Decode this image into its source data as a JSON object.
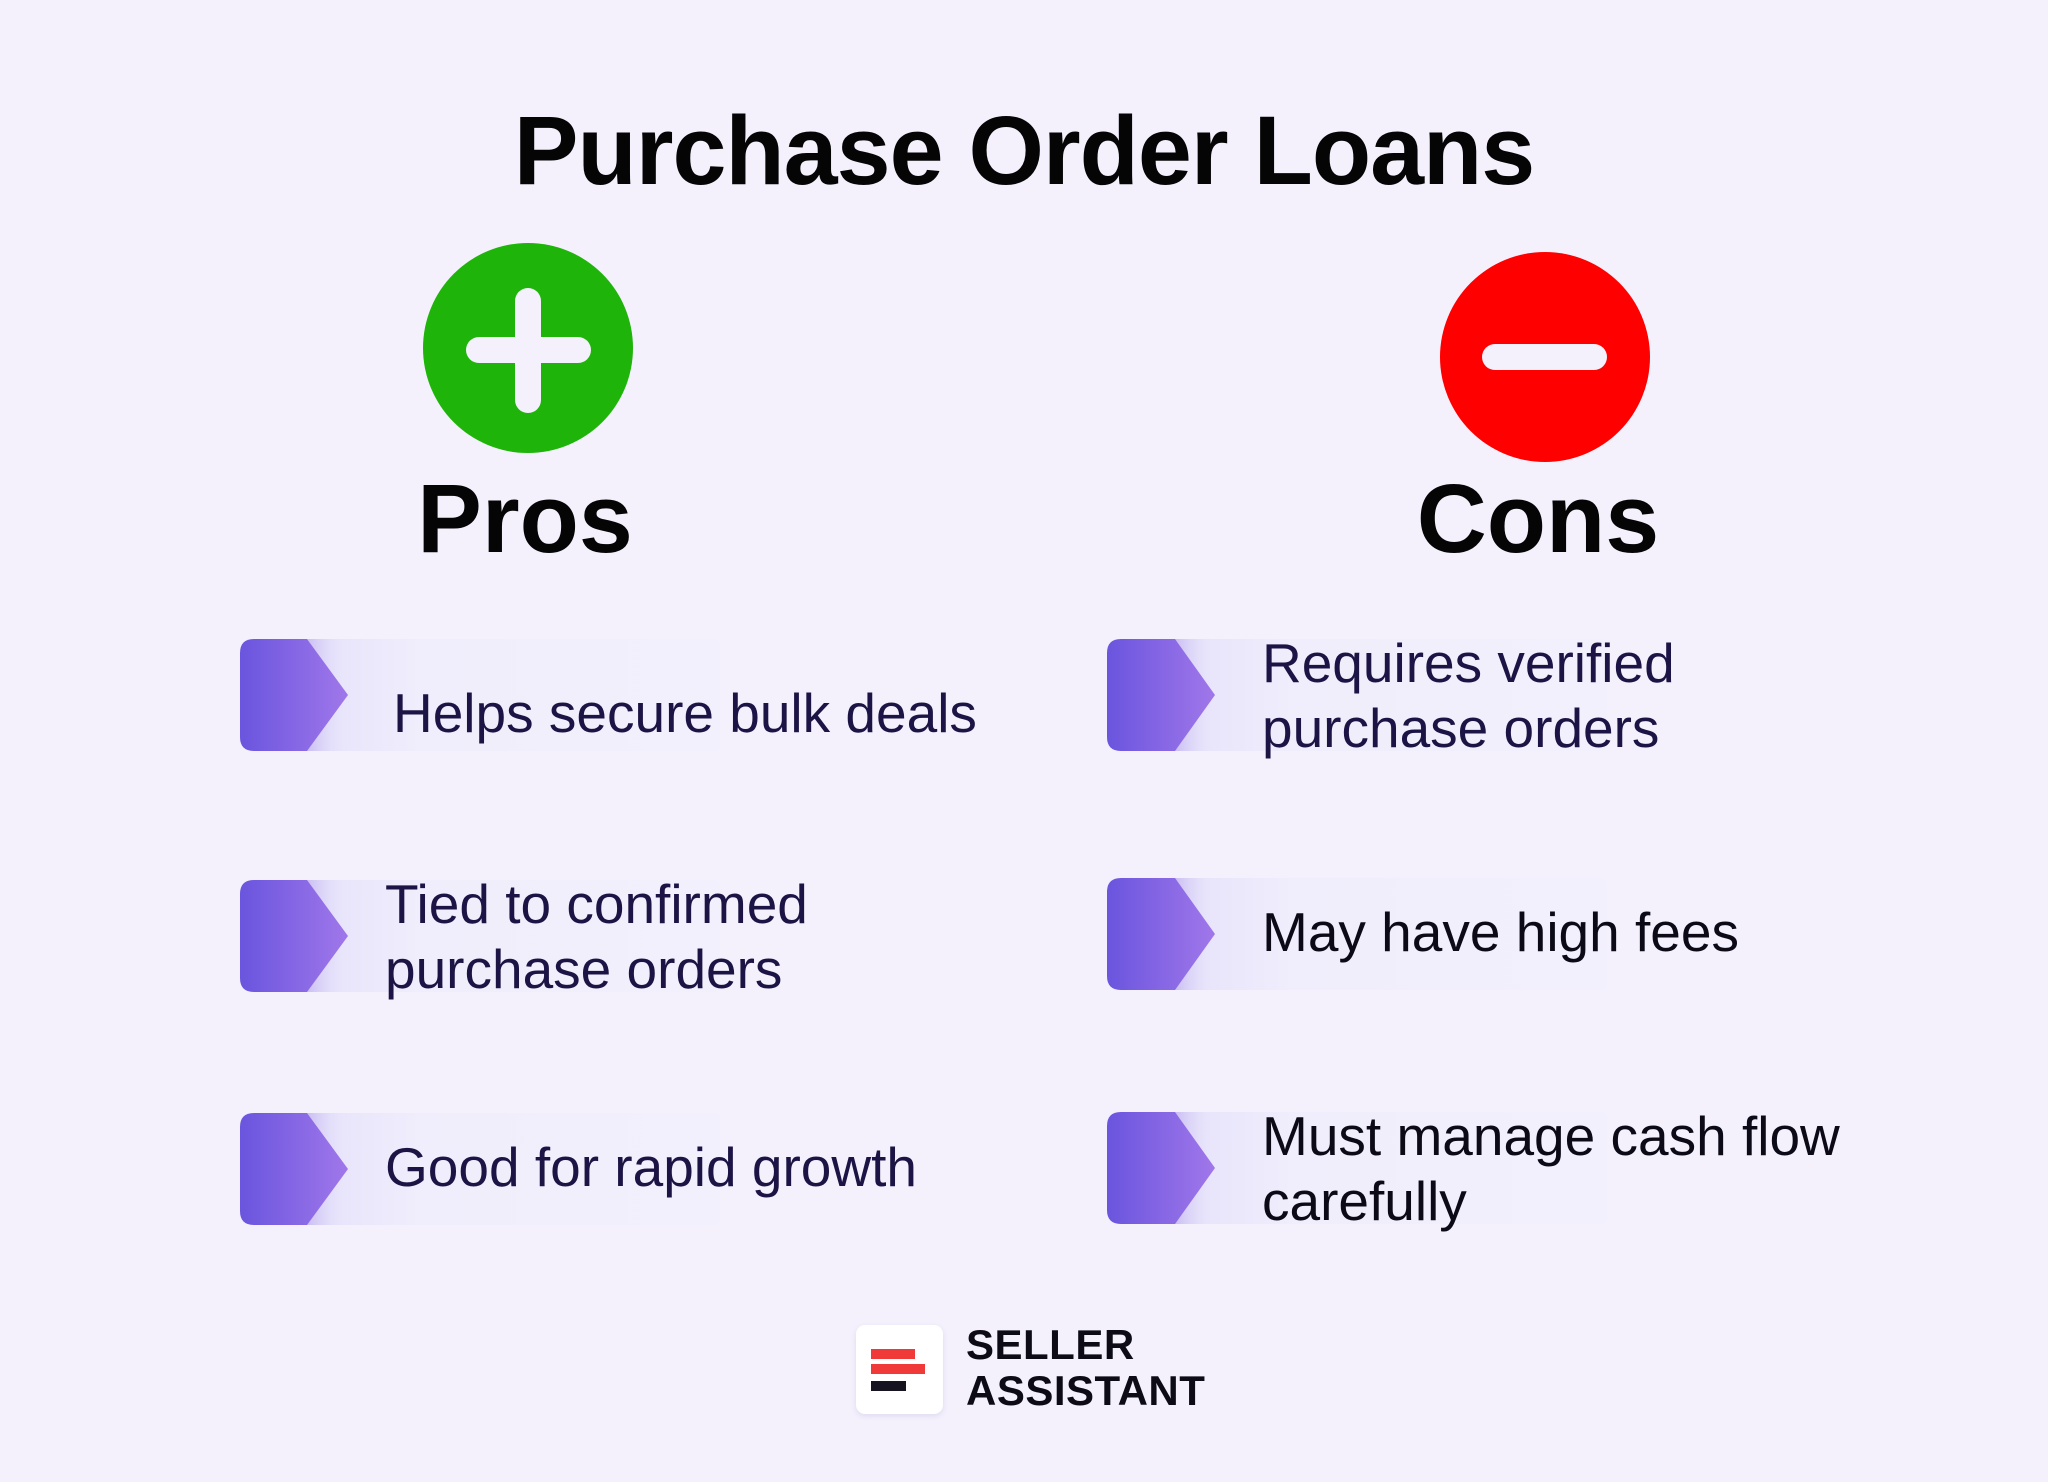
{
  "title": "Purchase Order Loans",
  "colors": {
    "background": "#f4f1fd",
    "pros_accent": "#1fb40a",
    "cons_accent": "#ff0000",
    "bullet_start": "#6a55de",
    "bullet_end": "#a077ea",
    "item_text": "#1c1445",
    "logo_red": "#f03a3a",
    "logo_dark": "#15131f"
  },
  "pros": {
    "icon": "plus-circle-icon",
    "heading": "Pros",
    "items": [
      {
        "lines": [
          "Helps secure bulk deals"
        ]
      },
      {
        "lines": [
          "Tied to confirmed",
          "purchase orders"
        ]
      },
      {
        "lines": [
          "Good for rapid growth"
        ]
      }
    ]
  },
  "cons": {
    "icon": "minus-circle-icon",
    "heading": "Cons",
    "items": [
      {
        "lines": [
          "Requires verified",
          "purchase orders"
        ]
      },
      {
        "lines": [
          "May have high fees"
        ]
      },
      {
        "lines": [
          "Must manage cash flow",
          "carefully"
        ]
      }
    ]
  },
  "footer": {
    "logo_icon": "seller-assistant-logo-icon",
    "brand_line1": "SELLER",
    "brand_line2": "ASSISTANT"
  }
}
